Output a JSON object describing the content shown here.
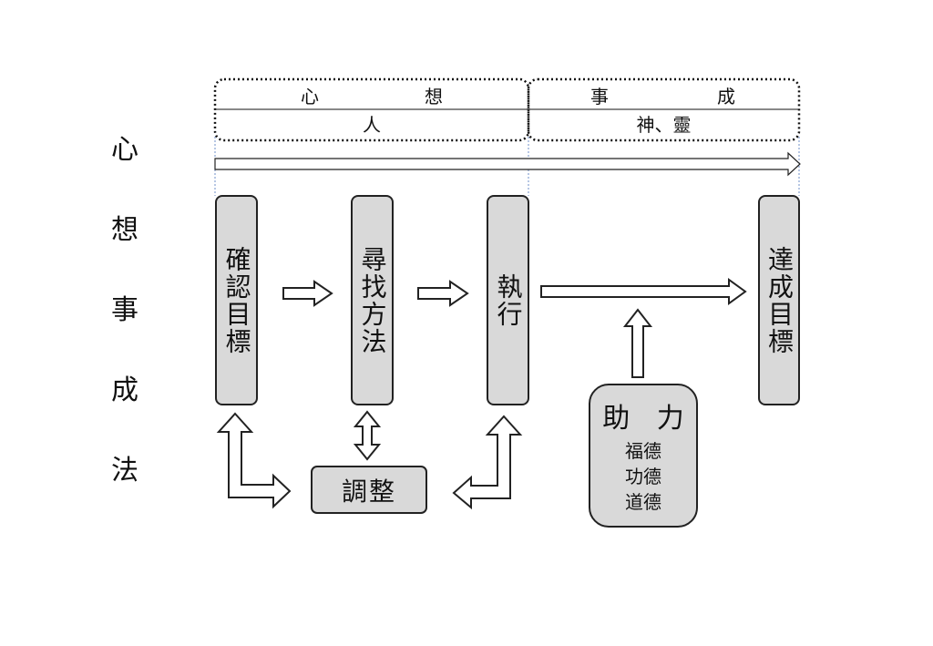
{
  "side_title": [
    "心",
    "想",
    "事",
    "成",
    "法"
  ],
  "header": {
    "left_top": [
      "心",
      "想"
    ],
    "right_top": [
      "事",
      "成"
    ],
    "left_bottom": "人",
    "right_bottom": "神、靈"
  },
  "steps": {
    "confirm_goal": "確認目標",
    "find_method": "尋找方法",
    "execute": "執行",
    "achieve_goal": "達成目標"
  },
  "adjust": "調整",
  "help": {
    "title": "助 力",
    "items": [
      "福德",
      "功德",
      "道德"
    ]
  },
  "colors": {
    "box_fill": "#d9d9d9",
    "border": "#222222",
    "arrow_fill": "#ffffff"
  }
}
